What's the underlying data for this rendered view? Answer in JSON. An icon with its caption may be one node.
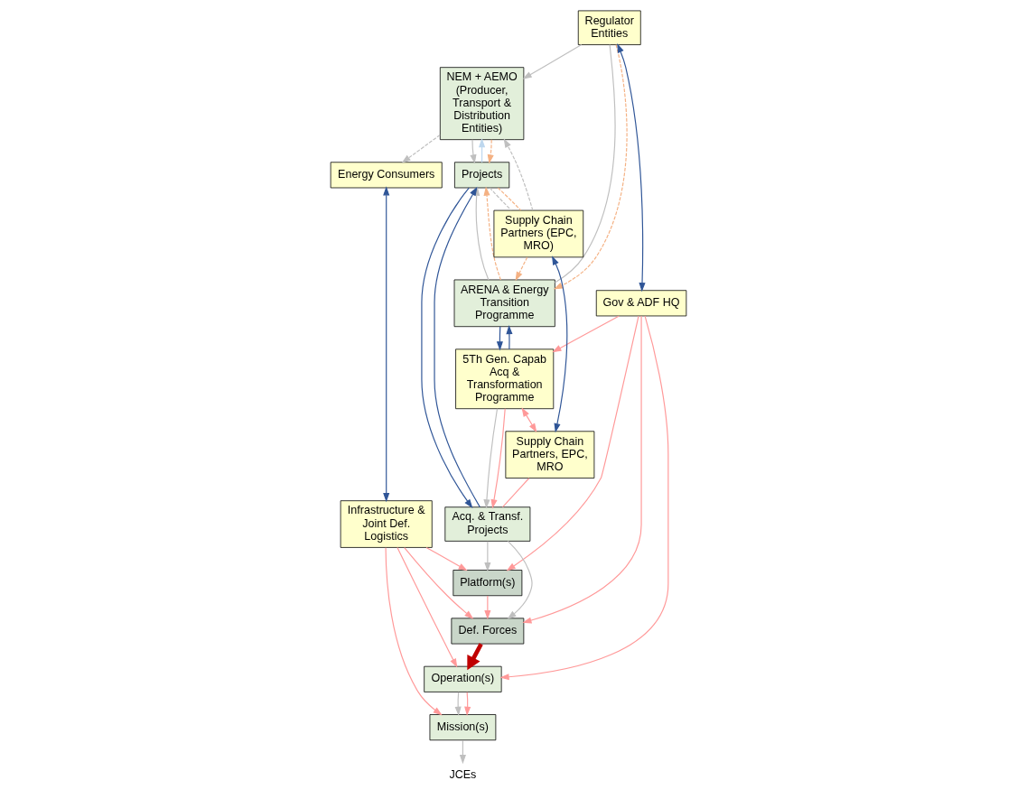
{
  "diagram": {
    "nodes": [
      {
        "text": [
          "Regulator Entities"
        ]
      },
      {
        "text": [
          "Energy Consumers"
        ]
      },
      {
        "text": [
          "NEM + AEMO (Producer, Transport & Distribution Entities)"
        ]
      },
      {
        "text": [
          "ARENA & Energy Transition Programme"
        ]
      },
      {
        "text": [
          "Projects"
        ]
      },
      {
        "text": [
          "Supply Chain Partners (EPC, MRO)"
        ]
      },
      {
        "text": [
          "Gov & ADF HQ"
        ]
      },
      {
        "text": [
          "5Th Gen. Capab Acq & Transformation Programme"
        ]
      },
      {
        "text": [
          "Supply Chain Partners, EPC, MRO"
        ]
      },
      {
        "text": [
          "Acq. & Transf. Projects"
        ]
      },
      {
        "text": [
          "Platform(s)"
        ]
      },
      {
        "text": [
          "Def. Forces"
        ]
      },
      {
        "text": [
          "Operation(s)"
        ]
      },
      {
        "text": [
          "Mission(s)"
        ]
      },
      {
        "text": [
          "JCEs"
        ]
      },
      {
        "text": [
          "Infrastructure & Joint Def. Logistics"
        ]
      }
    ],
    "edges": [
      {
        "from": 0,
        "to": 2,
        "arrow": "to"
      },
      {
        "from": 0,
        "to": 3,
        "arrow": "none"
      },
      {
        "from": 0,
        "to": 3,
        "arrow": "to",
        "style": "dashed",
        "color": "#f4b183"
      },
      {
        "from": 0,
        "to": 6,
        "arrow": "both",
        "color": "#2f5597"
      },
      {
        "from": 3,
        "to": 4,
        "arrow": "to"
      },
      {
        "from": 2,
        "to": 4,
        "arrow": "to"
      },
      {
        "from": 4,
        "to": 2,
        "arrow": "to",
        "color": "#bdd7ee"
      },
      {
        "from": 2,
        "to": 1,
        "arrow": "to",
        "style": "dashed"
      },
      {
        "from": 5,
        "to": 2,
        "arrow": "to",
        "style": "dashed"
      },
      {
        "from": 4,
        "to": 5,
        "arrow": "none",
        "style": "dashed"
      },
      {
        "from": 2,
        "to": 4,
        "arrow": "to",
        "style": "dashed",
        "color": "#f4b183"
      },
      {
        "from": 3,
        "to": 4,
        "arrow": "to",
        "style": "dashed",
        "color": "#f4b183"
      },
      {
        "from": 4,
        "to": 5,
        "arrow": "none",
        "style": "dashed",
        "color": "#f4b183"
      },
      {
        "from": 5,
        "to": 3,
        "arrow": "to",
        "style": "dashed",
        "color": "#f4b183"
      },
      {
        "from": 1,
        "to": 15,
        "arrow": "both",
        "color": "#2f5597"
      },
      {
        "from": 8,
        "to": 5,
        "arrow": "both",
        "color": "#2f5597"
      },
      {
        "from": 7,
        "to": 3,
        "arrow": "to",
        "color": "#2f5597"
      },
      {
        "from": 3,
        "to": 7,
        "arrow": "to",
        "color": "#2f5597"
      },
      {
        "from": 9,
        "to": 4,
        "arrow": "to",
        "color": "#2f5597"
      },
      {
        "from": 4,
        "to": 9,
        "arrow": "to",
        "color": "#2f5597"
      },
      {
        "from": 7,
        "to": 9,
        "arrow": "to"
      },
      {
        "from": 9,
        "to": 10,
        "arrow": "to"
      },
      {
        "from": 9,
        "to": 11,
        "arrow": "to"
      },
      {
        "from": 12,
        "to": 13,
        "arrow": "to"
      },
      {
        "from": 13,
        "to": 14,
        "arrow": "to"
      },
      {
        "from": 6,
        "to": 7,
        "arrow": "to",
        "color": "#ff9999"
      },
      {
        "from": 6,
        "to": 12,
        "arrow": "to",
        "color": "#ff9999"
      },
      {
        "from": 6,
        "to": 11,
        "arrow": "to",
        "color": "#ff9999"
      },
      {
        "from": 6,
        "to": 10,
        "arrow": "to",
        "color": "#ff9999"
      },
      {
        "from": 7,
        "to": 9,
        "arrow": "to",
        "color": "#ff9999"
      },
      {
        "from": 7,
        "to": 8,
        "arrow": "both",
        "color": "#ff9999"
      },
      {
        "from": 8,
        "to": 9,
        "arrow": "none",
        "color": "#ff9999"
      },
      {
        "from": 10,
        "to": 11,
        "arrow": "to",
        "color": "#ff9999"
      },
      {
        "from": 12,
        "to": 13,
        "arrow": "to",
        "color": "#ff9999"
      },
      {
        "from": 15,
        "to": 10,
        "arrow": "to",
        "color": "#ff9999"
      },
      {
        "from": 15,
        "to": 11,
        "arrow": "to",
        "color": "#ff9999"
      },
      {
        "from": 15,
        "to": 12,
        "arrow": "to",
        "color": "#ff9999"
      },
      {
        "from": 15,
        "to": 13,
        "arrow": "to",
        "color": "#ff9999"
      },
      {
        "from": 11,
        "to": 12,
        "arrow": "to",
        "style": "thick",
        "color": "#c00000"
      }
    ]
  }
}
